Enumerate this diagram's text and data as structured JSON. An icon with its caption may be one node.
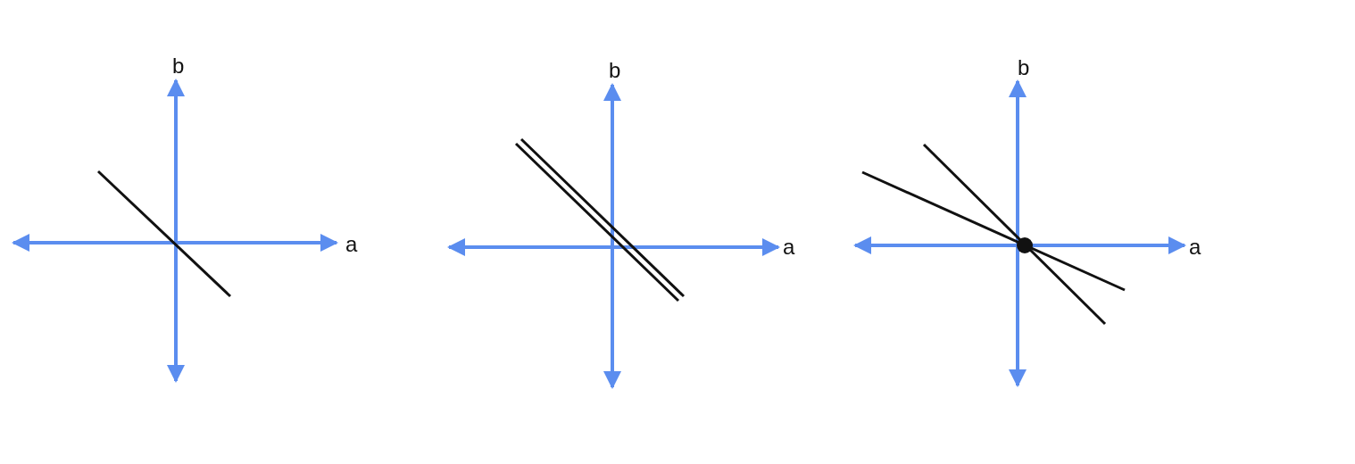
{
  "diagram": {
    "labels": [
      "b",
      "a",
      "b",
      "a",
      "b",
      "a"
    ]
  }
}
